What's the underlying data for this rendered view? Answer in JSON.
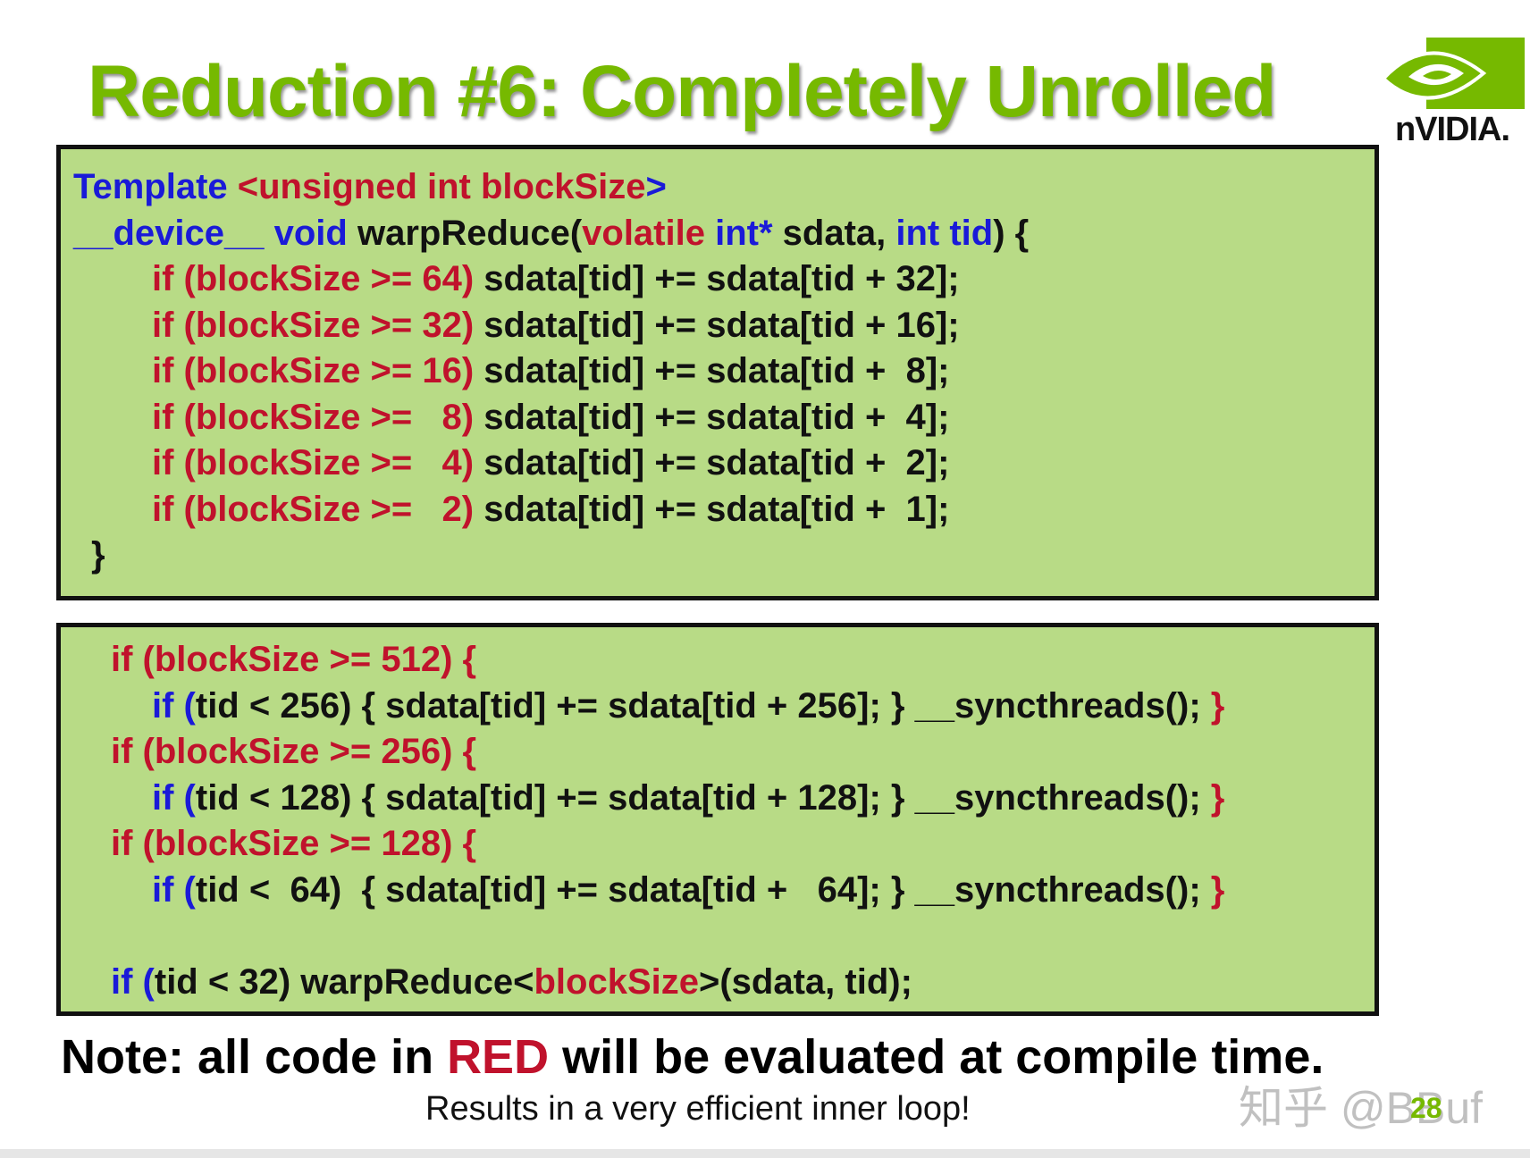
{
  "slide": {
    "title": "Reduction #6: Completely Unrolled",
    "logo_text": "nVIDIA.",
    "page_number": "28",
    "watermark": "知乎 @BBuf",
    "brand_color": "#76b900"
  },
  "box1": {
    "lines": [
      [
        [
          "blue",
          "Template "
        ],
        [
          "red",
          "<unsigned int blockSize"
        ],
        [
          "blue",
          ">"
        ]
      ],
      [
        [
          "blue",
          "__device__ void "
        ],
        [
          "black",
          "warpReduce("
        ],
        [
          "red",
          "volatile "
        ],
        [
          "blue",
          "int* "
        ],
        [
          "black",
          "sdata, "
        ],
        [
          "blue",
          "int tid"
        ],
        [
          "black",
          ") {"
        ]
      ],
      [
        [
          "red",
          "if (blockSize >= 64) "
        ],
        [
          "black",
          "sdata[tid] += sdata[tid + 32];"
        ]
      ],
      [
        [
          "red",
          "if (blockSize >= 32) "
        ],
        [
          "black",
          "sdata[tid] += sdata[tid + 16];"
        ]
      ],
      [
        [
          "red",
          "if (blockSize >= 16) "
        ],
        [
          "black",
          "sdata[tid] += sdata[tid +  8];"
        ]
      ],
      [
        [
          "red",
          "if (blockSize >=   8) "
        ],
        [
          "black",
          "sdata[tid] += sdata[tid +  4];"
        ]
      ],
      [
        [
          "red",
          "if (blockSize >=   4) "
        ],
        [
          "black",
          "sdata[tid] += sdata[tid +  2];"
        ]
      ],
      [
        [
          "red",
          "if (blockSize >=   2) "
        ],
        [
          "black",
          "sdata[tid] += sdata[tid +  1];"
        ]
      ],
      [
        [
          "black",
          "}"
        ]
      ]
    ]
  },
  "box2": {
    "lines": [
      [
        [
          "red",
          "if (blockSize >= 512) {"
        ]
      ],
      [
        [
          "blue",
          "if ("
        ],
        [
          "black",
          "tid < 256) { sdata[tid] += sdata[tid + 256]; } __syncthreads(); "
        ],
        [
          "red",
          "}"
        ]
      ],
      [
        [
          "red",
          "if (blockSize >= 256) {"
        ]
      ],
      [
        [
          "blue",
          "if ("
        ],
        [
          "black",
          "tid < 128) { sdata[tid] += sdata[tid + 128]; } __syncthreads(); "
        ],
        [
          "red",
          "}"
        ]
      ],
      [
        [
          "red",
          "if (blockSize >= 128) {"
        ]
      ],
      [
        [
          "blue",
          "if ("
        ],
        [
          "black",
          "tid <  64)  { sdata[tid] += sdata[tid +   64]; } __syncthreads(); "
        ],
        [
          "red",
          "}"
        ]
      ],
      [],
      [
        [
          "blue",
          "if ("
        ],
        [
          "black",
          "tid < 32) warpReduce<"
        ],
        [
          "red",
          "blockSize"
        ],
        [
          "black",
          ">(sdata, tid);"
        ]
      ]
    ]
  },
  "note": {
    "prefix": "Note: all code in ",
    "highlight": "RED",
    "suffix": " will be evaluated at compile time."
  },
  "subtitle": "Results in a very efficient inner loop!"
}
